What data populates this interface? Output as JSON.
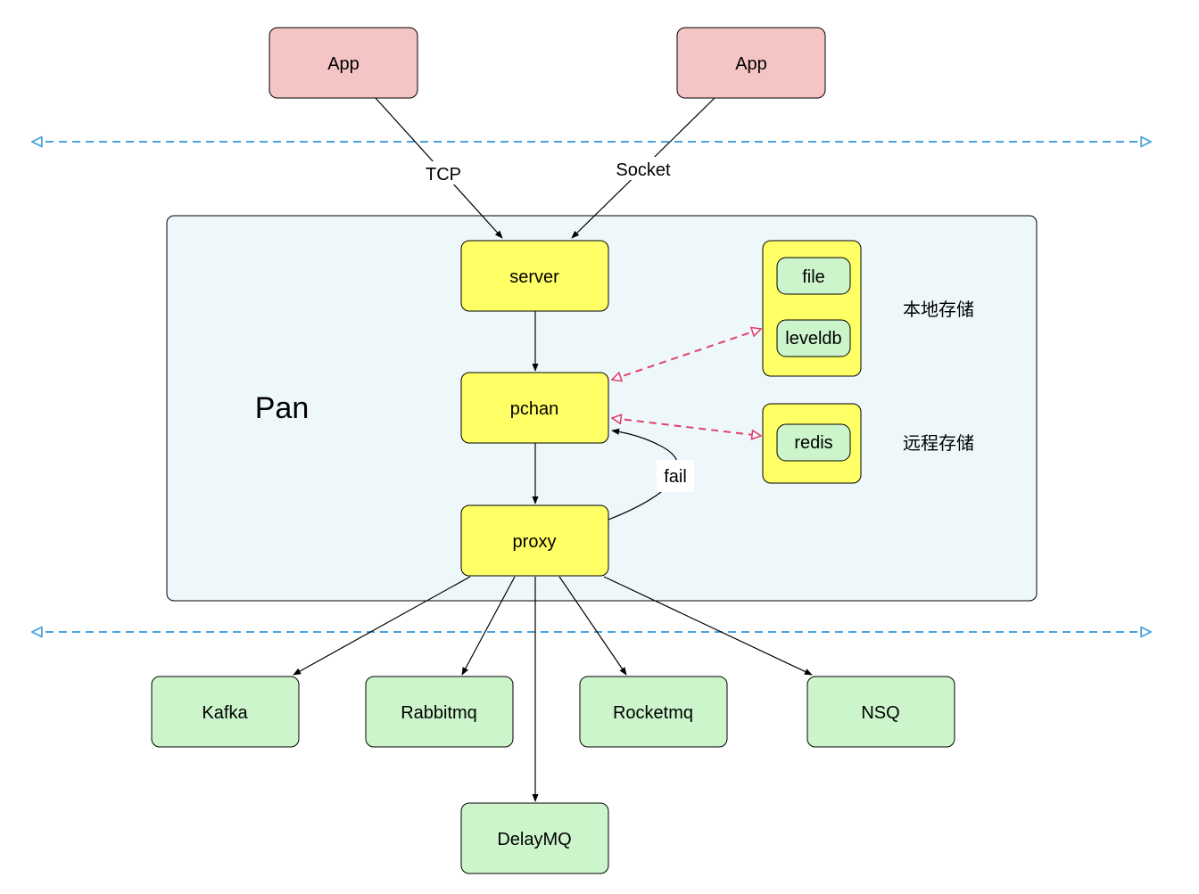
{
  "nodes": {
    "app_left": "App",
    "app_right": "App",
    "server": "server",
    "pchan": "pchan",
    "proxy": "proxy",
    "file": "file",
    "leveldb": "leveldb",
    "redis": "redis",
    "kafka": "Kafka",
    "rabbitmq": "Rabbitmq",
    "rocketmq": "Rocketmq",
    "nsq": "NSQ",
    "delaymq": "DelayMQ"
  },
  "labels": {
    "pan": "Pan",
    "tcp": "TCP",
    "socket": "Socket",
    "fail": "fail",
    "local_storage": "本地存储",
    "remote_storage": "远程存储"
  },
  "colors": {
    "app_fill": "#f5c4c4",
    "core_fill": "#ffff66",
    "store_fill": "#ccf5cc",
    "mq_fill": "#ccf5cc",
    "container_fill": "#eef8fb",
    "boundary_line": "#4aa3df",
    "storage_link": "#e0416a",
    "stroke": "#000000"
  }
}
